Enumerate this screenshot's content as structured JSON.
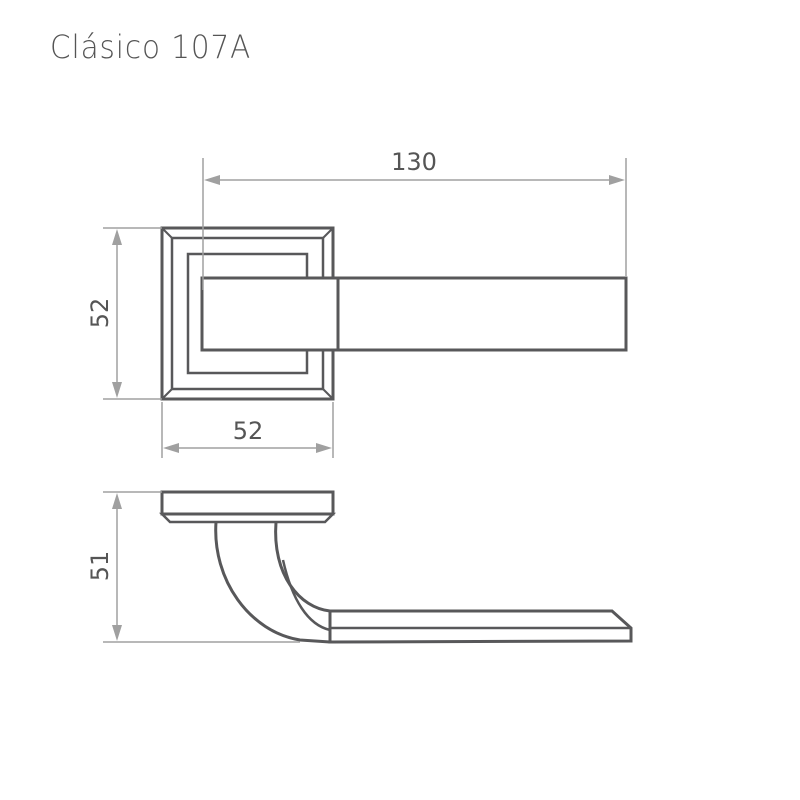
{
  "title": "Clásico 107A",
  "dimensions": {
    "handle_length": "130",
    "rosette_height": "52",
    "rosette_width": "52",
    "side_height": "51"
  },
  "colors": {
    "part_stroke": "#58585a",
    "dimension_line": "#a0a0a0",
    "text": "#555555"
  }
}
